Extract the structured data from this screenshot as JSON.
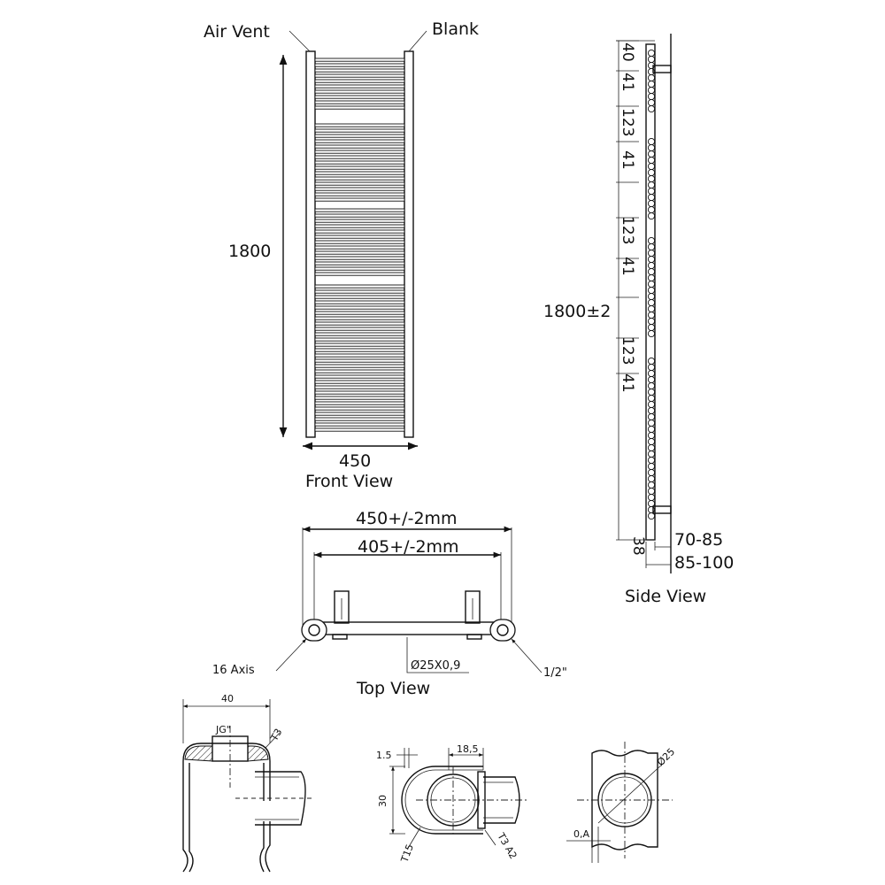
{
  "front_view": {
    "air_vent_label": "Air Vent",
    "blank_label": "Blank",
    "height_label": "1800",
    "width_label": "450",
    "caption": "Front View"
  },
  "side_view": {
    "height_label": "1800±2",
    "segment_labels": [
      "40",
      "41",
      "123",
      "41",
      "123",
      "41",
      "123",
      "41"
    ],
    "bottom_label": "38",
    "depth_label_1": "70-85",
    "depth_label_2": "85-100",
    "caption": "Side View"
  },
  "top_view": {
    "outer_width_label": "450+/-2mm",
    "inner_width_label": "405+/-2mm",
    "axis_label": "16 Axis",
    "tube_label": "Ø25X0,9",
    "thread_label": "1/2\"",
    "caption": "Top View"
  },
  "detail_1": {
    "width_label": "40",
    "thread_label": "JG\"",
    "wall_label": "T3"
  },
  "detail_2": {
    "gap_label": "1.5",
    "length_label": "18,5",
    "height_label": "30",
    "wall_label": "T15",
    "tube_label": "T3 A2"
  },
  "detail_3": {
    "diameter_label": "Ø25",
    "offset_label": "0,A"
  }
}
